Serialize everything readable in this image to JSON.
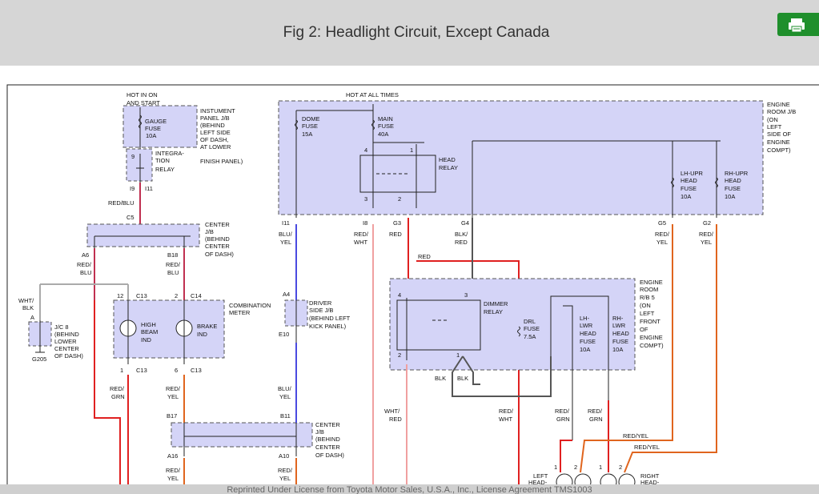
{
  "header": {
    "title": "Fig 2: Headlight Circuit, Except Canada",
    "print_icon": "printer-icon",
    "background": "#d6d6d6",
    "print_button_color": "#1f8f2c"
  },
  "diagram": {
    "hot_in_on_start": "HOT IN ON AND START",
    "hot_at_all_times": "HOT AT ALL TIMES",
    "gauge_fuse": "GAUGE FUSE 10A",
    "instrument_panel_jb": "INSTUMENT PANEL J/B (BEHIND LEFT SIDE OF DASH, AT LOWER FINISH PANEL)",
    "integration_relay": "INTEGRA- TION RELAY",
    "dome_fuse": "DOME FUSE 15A",
    "main_fuse": "MAIN FUSE 40A",
    "head_relay": "HEAD RELAY",
    "lh_upr": "LH-UPR HEAD FUSE 10A",
    "rh_upr": "RH-UPR HEAD FUSE 10A",
    "engine_room_jb": "ENGINE ROOM J/B (ON LEFT SIDE OF ENGINE COMPT)",
    "center_jb_top": "CENTER J/B (BEHIND CENTER OF DASH)",
    "combination_meter": "COMBINATION METER",
    "high_beam": "HIGH BEAM IND",
    "brake": "BRAKE IND",
    "jc8": "J/C 8 (BEHIND LOWER CENTER OF DASH)",
    "driver_side_jb": "DRIVER SIDE J/B (BEHIND LEFT KICK PANEL)",
    "dimmer_relay": "DIMMER RELAY",
    "drl_fuse": "DRL FUSE 7.5A",
    "lh_lwr": "LH- LWR HEAD FUSE 10A",
    "rh_lwr": "RH- LWR HEAD FUSE 10A",
    "engine_room_rb5": "ENGINE ROOM R/B 5 (ON LEFT FRONT OF ENGINE COMPT)",
    "center_jb_bottom": "CENTER J/B (BEHIND CENTER OF DASH)",
    "left_head": "LEFT HEAD-",
    "right_head": "RIGHT HEAD-",
    "wire_colors": [
      "RED/BLU",
      "RED/ BLU",
      "RED/ BLU",
      "WHT/ BLK",
      "RED/ GRN",
      "RED/ YEL",
      "BLU/ YEL",
      "RED/ WHT",
      "RED",
      "BLK/ RED",
      "RED/ YEL",
      "WHT/ RED",
      "BLK",
      "RED/YEL"
    ],
    "connectors": [
      "I9",
      "I11",
      "C5",
      "A6",
      "B18",
      "C13",
      "C14",
      "I11",
      "I8",
      "G3",
      "G4",
      "G5",
      "G2",
      "A4",
      "E10",
      "B17",
      "B11",
      "A16",
      "A10",
      "G205"
    ],
    "colors": {
      "box_fill": "#d4d4f7",
      "wire_red": "#e02020",
      "wire_orange": "#e0651e",
      "wire_blue": "#4a4ae0",
      "wire_pink": "#f0a0a0",
      "wire_gray": "#555555"
    }
  },
  "footer": {
    "text": "Reprinted Under License from Toyota Motor Sales, U.S.A., Inc., License Agreement TMS1003"
  }
}
